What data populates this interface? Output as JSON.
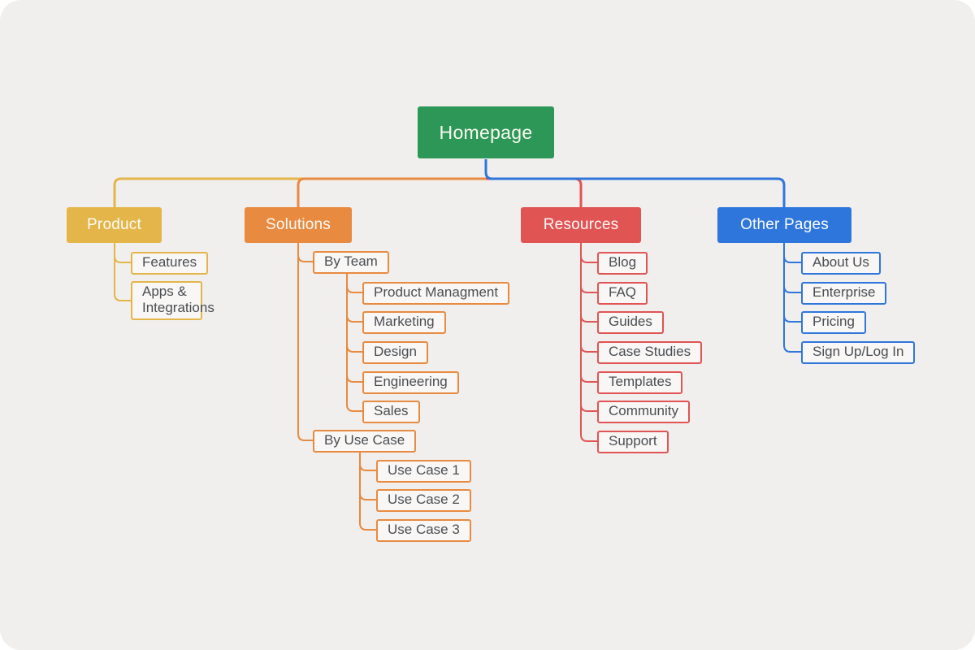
{
  "colors": {
    "canvas": "#f0efed",
    "leaf_bg": "#f8f7f5",
    "leaf_text": "#4a4d52"
  },
  "diagram": {
    "root": {
      "label": "Homepage",
      "color": "#2d9757"
    },
    "branches": [
      {
        "label": "Product",
        "color": "#e4b64a",
        "children": [
          {
            "label": "Features"
          },
          {
            "label": "Apps & Integrations"
          }
        ]
      },
      {
        "label": "Solutions",
        "color": "#e88a40",
        "children": [
          {
            "label": "By Team",
            "children": [
              {
                "label": "Product Managment"
              },
              {
                "label": "Marketing"
              },
              {
                "label": "Design"
              },
              {
                "label": "Engineering"
              },
              {
                "label": "Sales"
              }
            ]
          },
          {
            "label": "By Use Case",
            "children": [
              {
                "label": "Use Case 1"
              },
              {
                "label": "Use Case 2"
              },
              {
                "label": "Use Case 3"
              }
            ]
          }
        ]
      },
      {
        "label": "Resources",
        "color": "#e15454",
        "children": [
          {
            "label": "Blog"
          },
          {
            "label": "FAQ"
          },
          {
            "label": "Guides"
          },
          {
            "label": "Case Studies"
          },
          {
            "label": "Templates"
          },
          {
            "label": "Community"
          },
          {
            "label": "Support"
          }
        ]
      },
      {
        "label": "Other Pages",
        "color": "#2f76dc",
        "children": [
          {
            "label": "About Us"
          },
          {
            "label": "Enterprise"
          },
          {
            "label": "Pricing"
          },
          {
            "label": "Sign Up/Log In"
          }
        ]
      }
    ]
  }
}
